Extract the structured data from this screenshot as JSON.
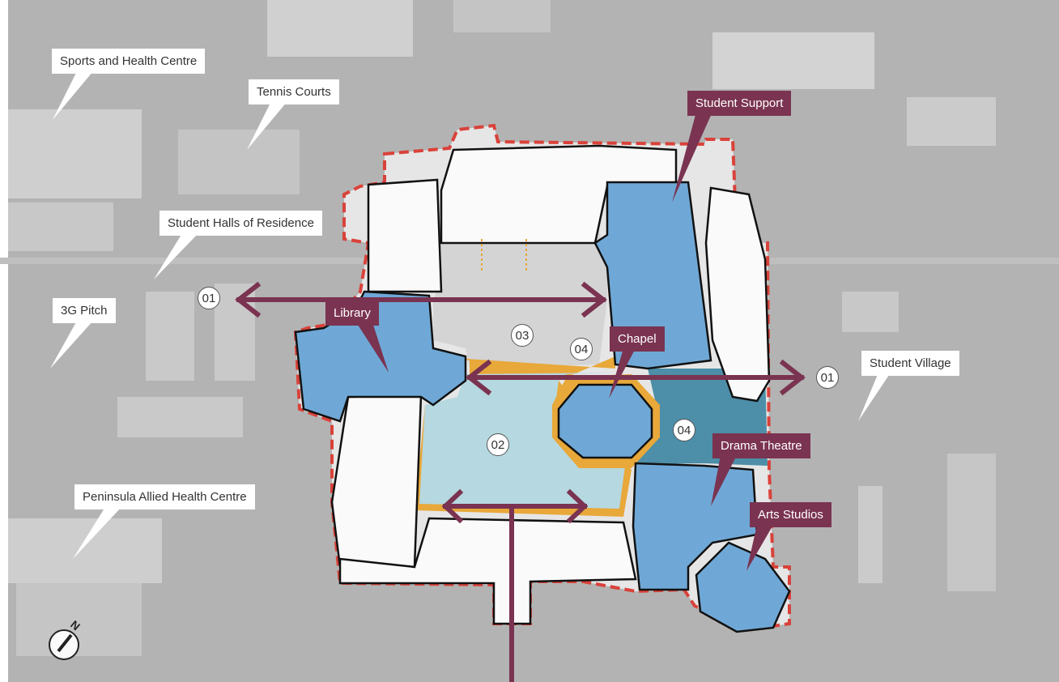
{
  "context_labels": [
    {
      "id": "sports",
      "text": "Sports and Health Centre"
    },
    {
      "id": "tennis",
      "text": "Tennis Courts"
    },
    {
      "id": "halls",
      "text": "Student Halls of Residence"
    },
    {
      "id": "pitch",
      "text": "3G Pitch"
    },
    {
      "id": "village",
      "text": "Student Village"
    },
    {
      "id": "peninsula",
      "text": "Peninsula Allied Health Centre"
    }
  ],
  "building_labels": [
    {
      "id": "support",
      "text": "Student Support"
    },
    {
      "id": "library",
      "text": "Library"
    },
    {
      "id": "chapel",
      "text": "Chapel"
    },
    {
      "id": "drama",
      "text": "Drama Theatre"
    },
    {
      "id": "arts",
      "text": "Arts Studios"
    }
  ],
  "zone_markers": [
    "01",
    "01",
    "02",
    "03",
    "04",
    "04"
  ],
  "compass": {
    "label": "N"
  },
  "colors": {
    "maroon": "#7a3350",
    "building": "#6fa8d6",
    "plaza_blue": "#b6d8e0",
    "plaza_gray": "#d4d4d4",
    "plaza_teal": "#4d8ea8",
    "edge": "#e8a83a",
    "boundary": "#d9423a"
  }
}
